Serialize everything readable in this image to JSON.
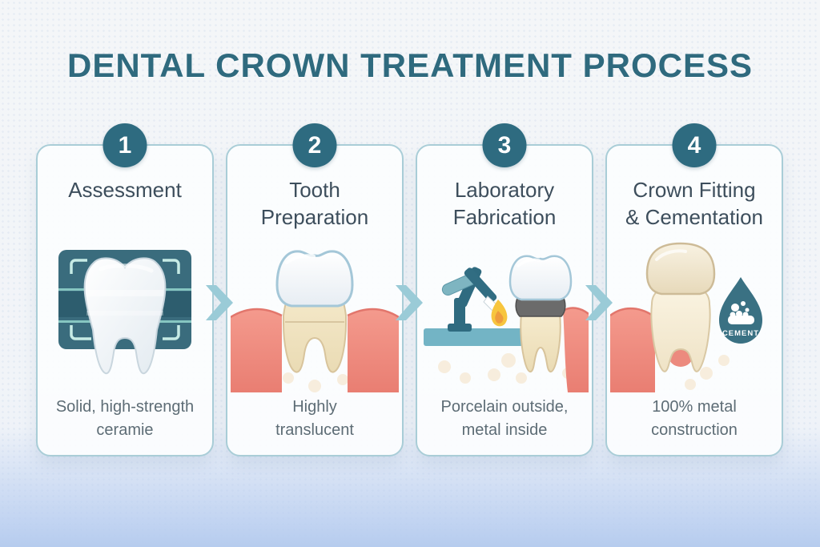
{
  "page": {
    "title": "DENTAL CROWN TREATMENT PROCESS"
  },
  "steps": [
    {
      "number": "1",
      "title_line1": "Assessment",
      "title_line2": "",
      "caption_line1": "Solid, high-strength",
      "caption_line2": "ceramie",
      "icon": "tooth-xray-scan-icon"
    },
    {
      "number": "2",
      "title_line1": "Tooth",
      "title_line2": "Preparation",
      "caption_line1": "Highly",
      "caption_line2": "translucent",
      "icon": "prepared-tooth-crown-icon"
    },
    {
      "number": "3",
      "title_line1": "Laboratory",
      "title_line2": "Fabrication",
      "caption_line1": "Porcelain outside,",
      "caption_line2": "metal inside",
      "icon": "lab-torch-crown-icon"
    },
    {
      "number": "4",
      "title_line1": "Crown Fitting",
      "title_line2": "& Cementation",
      "caption_line1": "100% metal",
      "caption_line2": "construction",
      "icon": "crown-cement-drop-icon"
    }
  ],
  "cement": {
    "label": "CEMENT"
  },
  "colors": {
    "title_teal": "#2f6a7e",
    "badge_teal": "#2e6b80",
    "card_border": "#a9cdd7",
    "heading_text": "#3d4e5c",
    "caption_text": "#5d6c75",
    "arrow_teal": "#9acbd7",
    "xray_frame": "#3a6c7d",
    "lab_platform_teal": "#73b4c5",
    "flame_yellow": "#f7c53e",
    "metal_gray": "#6b6b6b",
    "gum_pink": "#ef9186",
    "tooth_cream": "#f2e4c2",
    "cement_drop_teal": "#3a7183",
    "background_bottom": "#b6ccee"
  }
}
